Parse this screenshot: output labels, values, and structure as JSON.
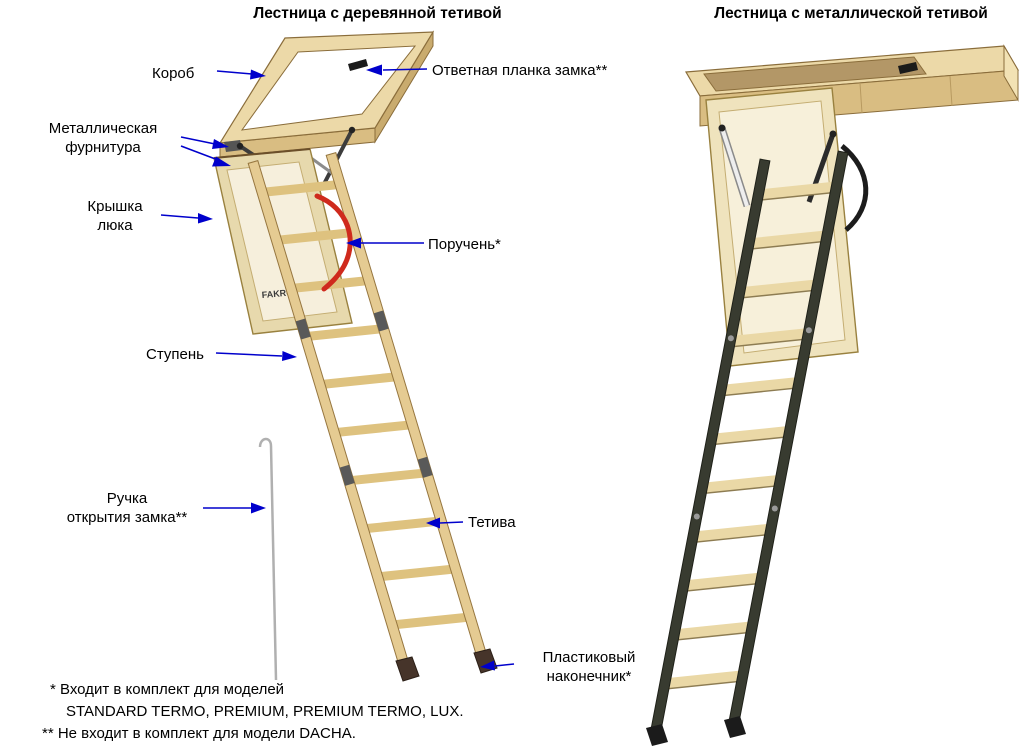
{
  "titles": {
    "left": "Лестница с деревянной тетивой",
    "right": "Лестница с металлической тетивой"
  },
  "labels": {
    "korob": "Короб",
    "otvetnaya": "Ответная планка замка**",
    "metal": {
      "line1": "Металлическая",
      "line2": "фурнитура"
    },
    "kryshka": {
      "line1": "Крышка",
      "line2": "люка"
    },
    "poruchen": "Поручень*",
    "stupen": "Ступень",
    "ruchka": {
      "line1": "Ручка",
      "line2": "открытия замка**"
    },
    "tetiva": "Тетива",
    "plastik": {
      "line1": "Пластиковый",
      "line2": "наконечник*"
    }
  },
  "footnotes": {
    "line1": "* Входит в комплект для моделей",
    "line2": "STANDARD TERMO, PREMIUM, PREMIUM TERMO, LUX.",
    "line3": "** Не входит в комплект для модели DACHA."
  },
  "brand": "FAKRO",
  "colors": {
    "arrow": "#0000cc",
    "handrail": "#cf2a1d",
    "wood_light": "#ecd9a8",
    "wood_mid": "#d9bd82",
    "hatch": "#efe4c2",
    "metal_stringer": "#383b30"
  }
}
